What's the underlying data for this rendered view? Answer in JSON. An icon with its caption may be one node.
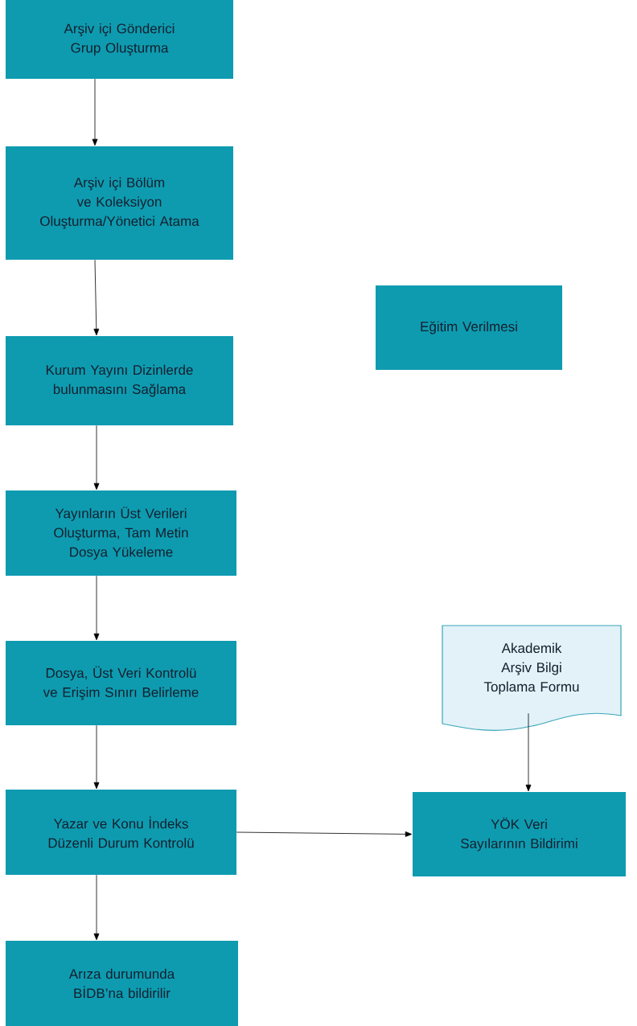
{
  "diagram": {
    "nodes": [
      {
        "text": [
          "Arşiv içi Gönderici Grup Oluşturma"
        ]
      },
      {
        "text": [
          "Arşiv içi Bölüm ve Koleksiyon Oluşturma/Yönetici Atama"
        ]
      },
      {
        "text": [
          "Kurum Yayını Dizinlerde bulunmasını Sağlama"
        ]
      },
      {
        "text": [
          "Yayınların Üst Verileri Oluşturma, Tam Metin Dosya Yükeleme"
        ]
      },
      {
        "text": [
          "Dosya, Üst Veri Kontrolü ve Erişim Sınırı Belirleme"
        ]
      },
      {
        "text": [
          "Yazar ve Konu İndeks Düzenli Durum Kontrolü"
        ]
      },
      {
        "text": [
          "Arıza durumunda BİDB’na bildirilir"
        ]
      },
      {
        "text": [
          "Eğitim Verilmesi"
        ]
      },
      {
        "text": [
          "Akademik Arşiv Bilgi Toplama Formu"
        ]
      },
      {
        "text": [
          "YÖK Veri Sayılarının Bildirimi"
        ]
      }
    ],
    "edges": [
      {
        "from": 0,
        "to": 1,
        "arrow": "to"
      },
      {
        "from": 1,
        "to": 2,
        "arrow": "to"
      },
      {
        "from": 2,
        "to": 3,
        "arrow": "to"
      },
      {
        "from": 3,
        "to": 4,
        "arrow": "to"
      },
      {
        "from": 4,
        "to": 5,
        "arrow": "to"
      },
      {
        "from": 5,
        "to": 6,
        "arrow": "to"
      },
      {
        "from": 5,
        "to": 9,
        "arrow": "to"
      },
      {
        "from": 8,
        "to": 9,
        "arrow": "to"
      }
    ]
  }
}
